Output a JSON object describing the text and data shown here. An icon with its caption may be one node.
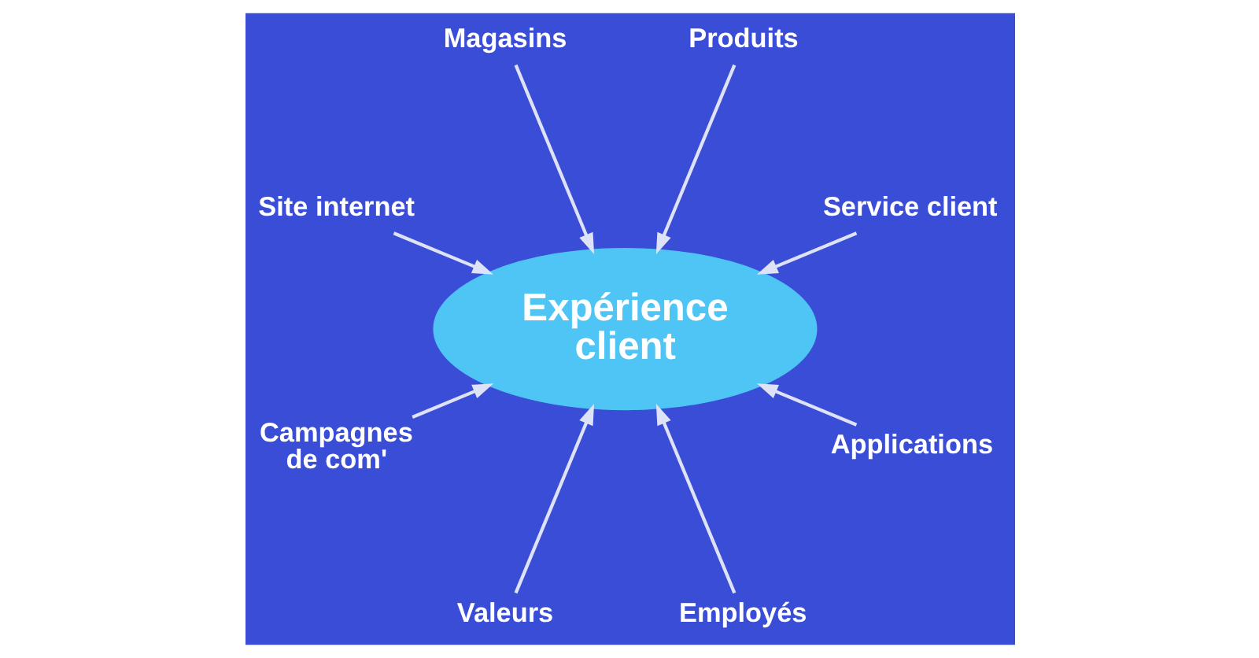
{
  "diagram": {
    "nodes": [
      {
        "text": [
          "Expérience client"
        ]
      },
      {
        "text": [
          "Magasins"
        ]
      },
      {
        "text": [
          "Produits"
        ]
      },
      {
        "text": [
          "Site internet"
        ]
      },
      {
        "text": [
          "Service client"
        ]
      },
      {
        "text": [
          "Campagnes de com'"
        ]
      },
      {
        "text": [
          "Applications"
        ]
      },
      {
        "text": [
          "Valeurs"
        ]
      },
      {
        "text": [
          "Employés"
        ]
      }
    ],
    "edges": [
      {
        "from": 1,
        "to": 0,
        "arrow": "to"
      },
      {
        "from": 2,
        "to": 0,
        "arrow": "to"
      },
      {
        "from": 3,
        "to": 0,
        "arrow": "to"
      },
      {
        "from": 4,
        "to": 0,
        "arrow": "to"
      },
      {
        "from": 5,
        "to": 0,
        "arrow": "to"
      },
      {
        "from": 6,
        "to": 0,
        "arrow": "to"
      },
      {
        "from": 7,
        "to": 0,
        "arrow": "to"
      },
      {
        "from": 8,
        "to": 0,
        "arrow": "to"
      }
    ]
  }
}
